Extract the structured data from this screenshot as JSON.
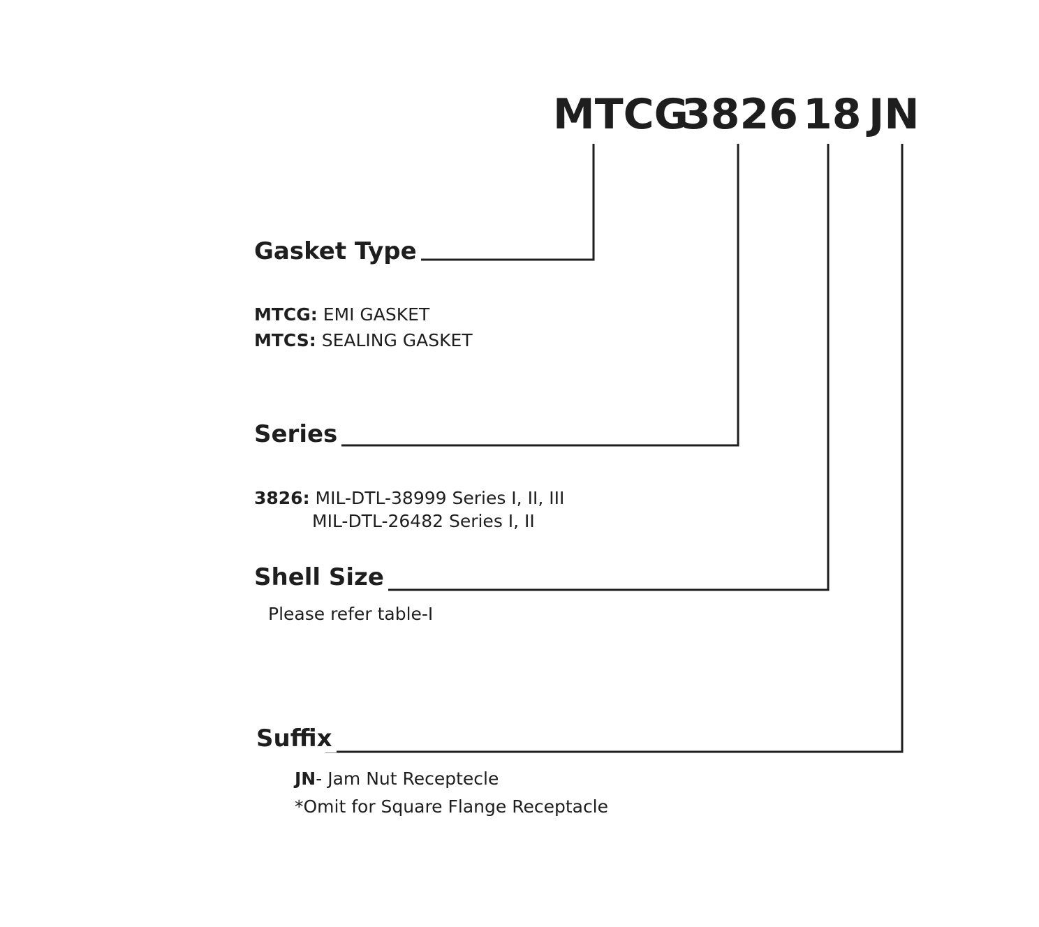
{
  "part_number": {
    "type_code": "MTCG",
    "series_code": "3826",
    "shell_code": "18",
    "suffix_code": "JN"
  },
  "gasket_type": {
    "heading": "Gasket Type",
    "options": [
      {
        "code": "MTCG:",
        "desc": " EMI GASKET"
      },
      {
        "code": "MTCS:",
        "desc": " SEALING GASKET"
      }
    ]
  },
  "series": {
    "heading": "Series",
    "code": "3826:",
    "line1": " MIL-DTL-38999 Series I, II, III",
    "line2": "MIL-DTL-26482 Series I, II"
  },
  "shell_size": {
    "heading": "Shell Size",
    "note": "Please refer table-I"
  },
  "suffix": {
    "heading": "Suffix",
    "code": "JN",
    "desc": "- Jam Nut Receptecle",
    "note": "*Omit for Square Flange Receptacle"
  },
  "colors": {
    "text": "#1e1e1e",
    "line": "#1e1e1e",
    "background": "#ffffff"
  }
}
